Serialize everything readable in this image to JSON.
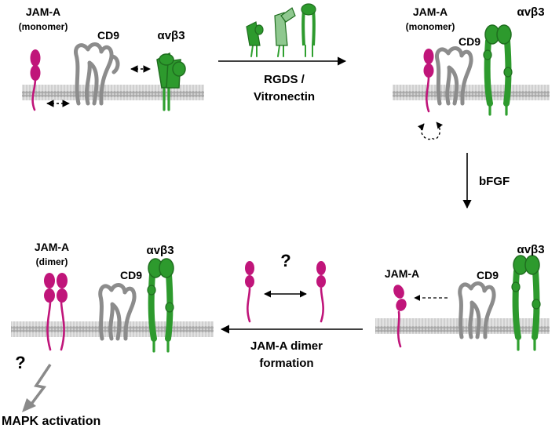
{
  "colors": {
    "jam_a": "#c0157a",
    "integrin": "#2d9a2d",
    "integrin_dark": "#1f6e1f",
    "cd9": "#8c8c8c",
    "membrane": "#bdbdbd",
    "arrow": "#000000"
  },
  "panel1": {
    "jam_a": "JAM-A",
    "jam_state": "(monomer)",
    "cd9": "CD9",
    "integrin": "αvβ3"
  },
  "panel2": {
    "jam_a": "JAM-A",
    "jam_state": "(monomer)",
    "cd9": "CD9",
    "integrin": "αvβ3"
  },
  "panel3": {
    "jam_a": "JAM-A",
    "cd9": "CD9",
    "integrin": "αvβ3"
  },
  "panel4": {
    "jam_a": "JAM-A",
    "jam_state": "(dimer)",
    "cd9": "CD9",
    "integrin": "αvβ3"
  },
  "step1": {
    "line1": "RGDS /",
    "line2": "Vitronectin"
  },
  "step2": {
    "label": "bFGF"
  },
  "step3": {
    "line1": "JAM-A dimer",
    "line2": "formation"
  },
  "dimer_question": "?",
  "mapk_question": "?",
  "mapk": "MAPK activation"
}
